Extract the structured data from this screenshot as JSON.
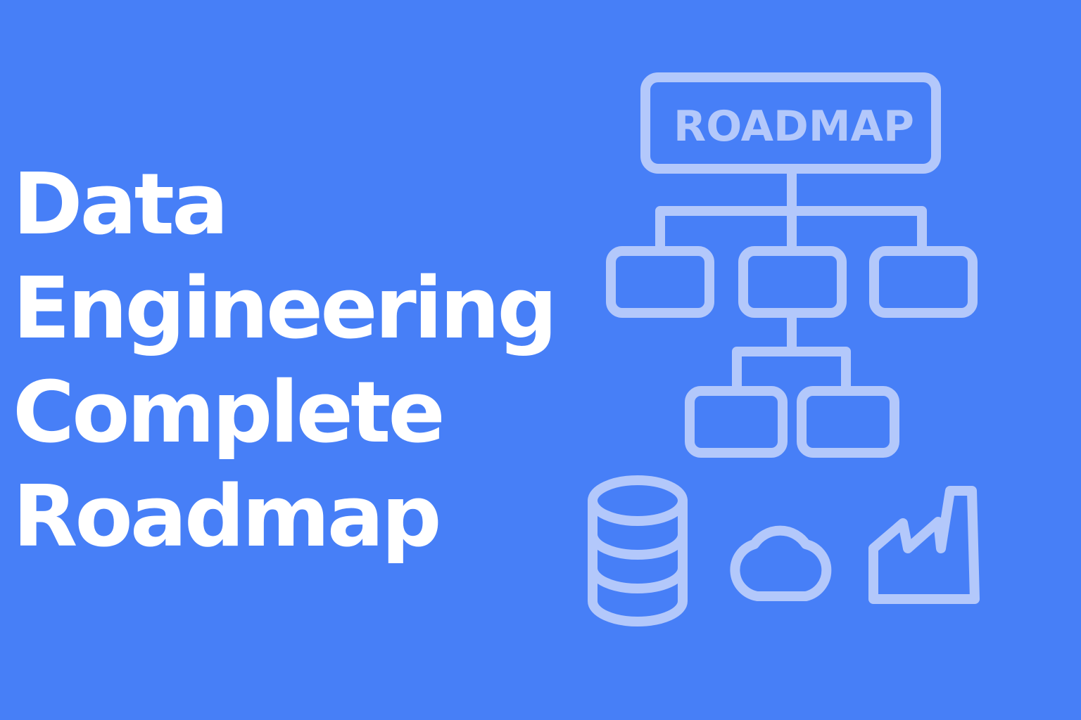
{
  "title": {
    "lines": [
      "Data",
      "Engineering",
      "Complete",
      "Roadmap"
    ]
  },
  "diagram": {
    "root_label": "ROADMAP"
  },
  "icons": [
    "database-icon",
    "cloud-icon",
    "factory-icon"
  ],
  "colors": {
    "background": "#477ff7",
    "title_text": "#ffffff",
    "line_art": "#b3c8fb"
  }
}
